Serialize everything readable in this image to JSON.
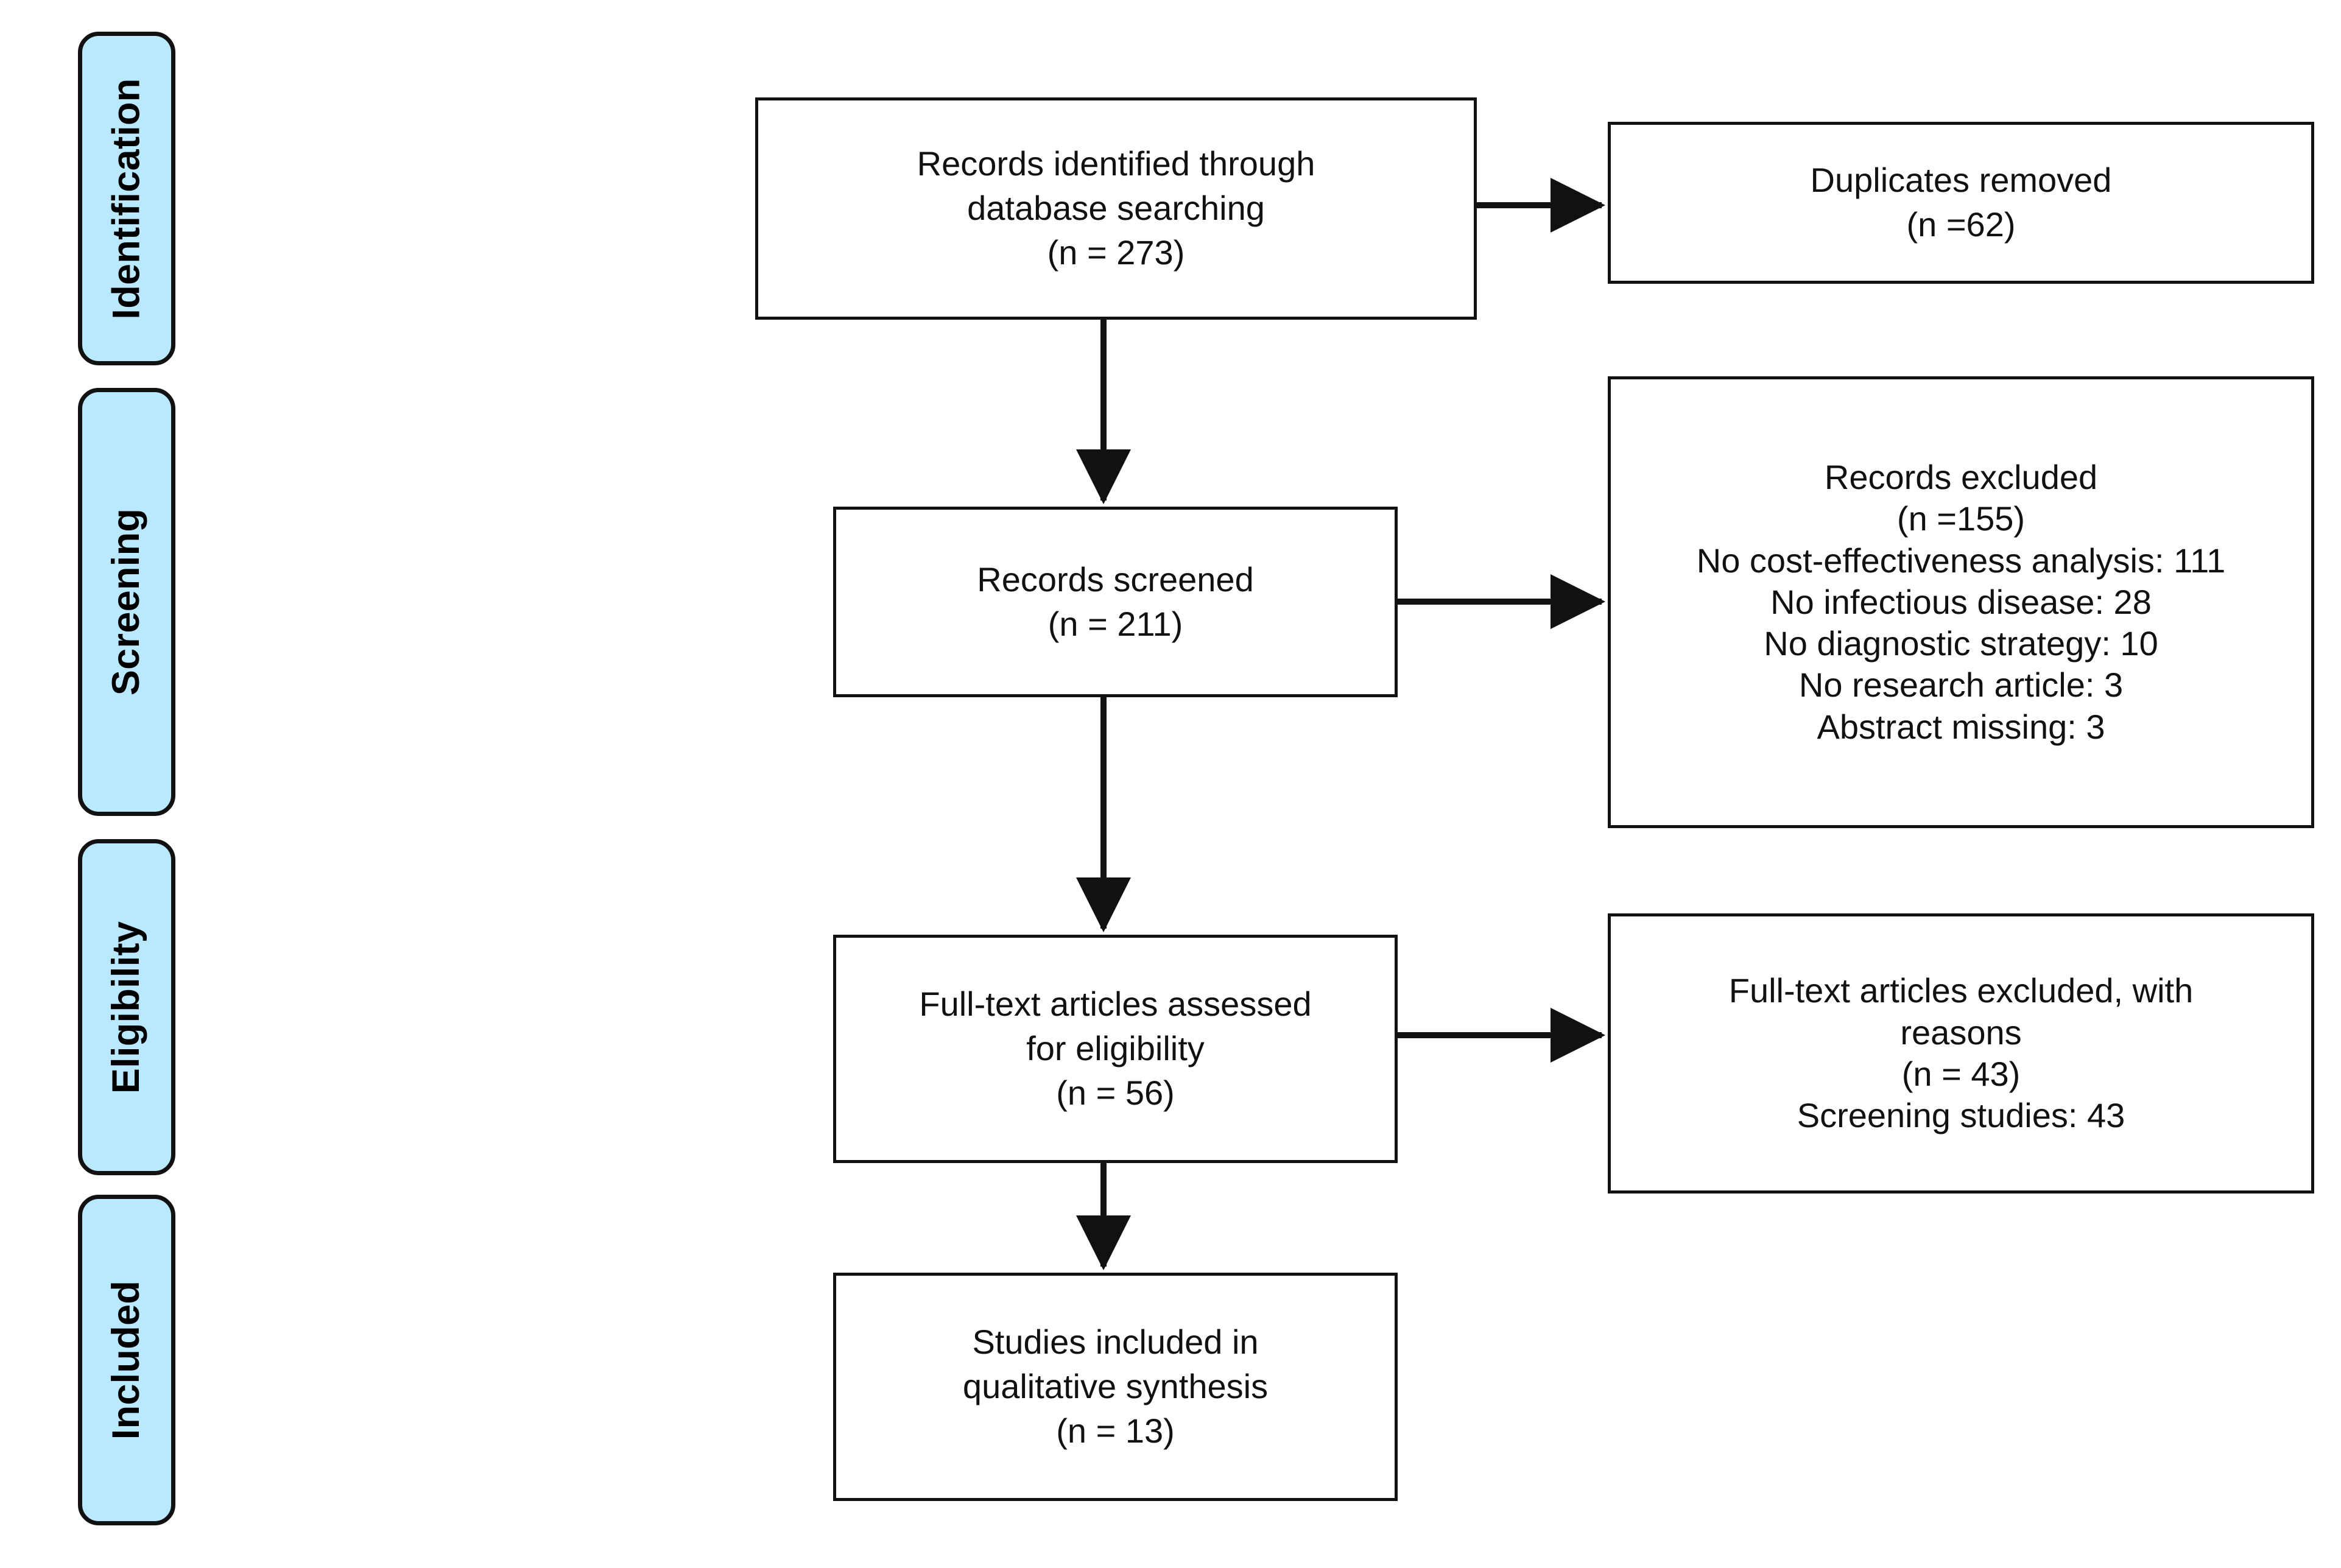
{
  "diagram": {
    "type": "prisma-flow-diagram",
    "background_color": "#ffffff",
    "stage_fill_color": "#bae8fe",
    "border_color": "#111111"
  },
  "stages": [
    {
      "label": "Identification"
    },
    {
      "label": "Screening"
    },
    {
      "label": "Eligibility"
    },
    {
      "label": "Included"
    }
  ],
  "boxes": {
    "identified": {
      "lines": [
        "Records identified through",
        "database searching",
        "(n = 273)"
      ]
    },
    "duplicates_removed": {
      "lines": [
        "Duplicates removed",
        "(n =62)"
      ]
    },
    "screened": {
      "lines": [
        "Records screened",
        "(n = 211)"
      ]
    },
    "records_excluded": {
      "lines": [
        "Records excluded",
        "(n =155)",
        "No cost-effectiveness analysis: 111",
        "No infectious disease: 28",
        "No diagnostic strategy: 10",
        "No research article: 3",
        "Abstract missing: 3"
      ]
    },
    "fulltext_assessed": {
      "lines": [
        "Full-text articles assessed",
        "for eligibility",
        "(n = 56)"
      ]
    },
    "fulltext_excluded": {
      "lines": [
        "Full-text articles excluded, with",
        "reasons",
        "(n = 43)",
        "Screening studies: 43"
      ]
    },
    "included_studies": {
      "lines": [
        "Studies included in",
        "qualitative synthesis",
        "(n = 13)"
      ]
    }
  },
  "counts": {
    "records_identified": 273,
    "duplicates_removed": 62,
    "records_screened": 211,
    "records_excluded": 155,
    "fulltext_assessed": 56,
    "fulltext_excluded": 43,
    "studies_included": 13,
    "exclusion_reasons": [
      {
        "reason": "No cost-effectiveness analysis",
        "count": 111
      },
      {
        "reason": "No infectious disease",
        "count": 28
      },
      {
        "reason": "No diagnostic strategy",
        "count": 10
      },
      {
        "reason": "No research article",
        "count": 3
      },
      {
        "reason": "Abstract missing",
        "count": 3
      }
    ],
    "fulltext_exclusion_reasons": [
      {
        "reason": "Screening studies",
        "count": 43
      }
    ]
  }
}
